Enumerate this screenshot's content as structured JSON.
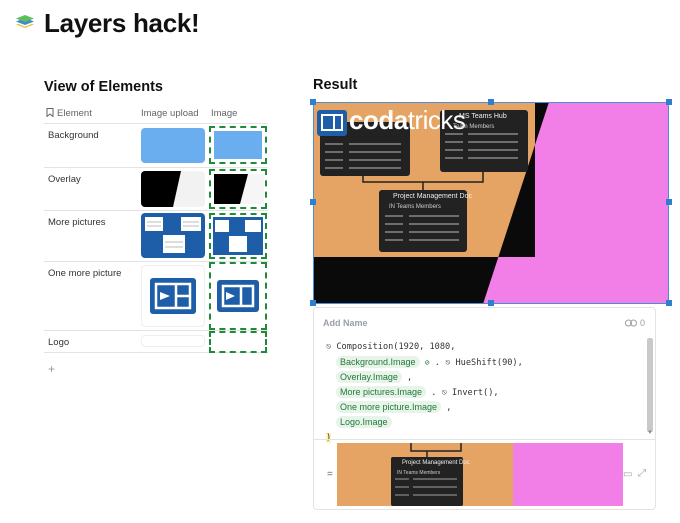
{
  "page": {
    "title": "Layers hack!",
    "icon": "layers-icon"
  },
  "left": {
    "heading": "View of Elements",
    "columns": {
      "element": "Element",
      "upload": "Image upload",
      "image": "Image"
    },
    "rows": [
      {
        "label": "Background"
      },
      {
        "label": "Overlay"
      },
      {
        "label": "More pictures"
      },
      {
        "label": "One more picture"
      },
      {
        "label": "Logo"
      }
    ],
    "add_label": "+"
  },
  "right": {
    "heading": "Result",
    "image": {
      "logo_text_a": "coda",
      "logo_text_b": "tricks",
      "hub_title": "MS Teams Hub",
      "hub_sub": "Team Members",
      "doc_title": "Project Management Doc",
      "doc_sub": "IN Teams Members"
    },
    "formula": {
      "name_placeholder": "Add Name",
      "links_count": "0",
      "line1": "Composition(1920, 1080,",
      "chip_background": "Background.Image",
      "hue_fn": "HueShift(90),",
      "chip_overlay": "Overlay.Image",
      "chip_more": "More pictures.Image",
      "invert_fn": "Invert(),",
      "chip_one_more": "One more picture.Image",
      "chip_logo": "Logo.Image",
      "close_paren": ")",
      "comma": ",",
      "dot": ".",
      "result_prefix": "="
    }
  },
  "colors": {
    "accent": "#2f7fd1",
    "chip_bg": "#e8f3ea",
    "chip_text": "#1f7a36",
    "pink": "#f27ee8",
    "cardboard": "#e5a463",
    "blue_tile": "#6aaef0",
    "logo_blue": "#1e5ea8"
  }
}
